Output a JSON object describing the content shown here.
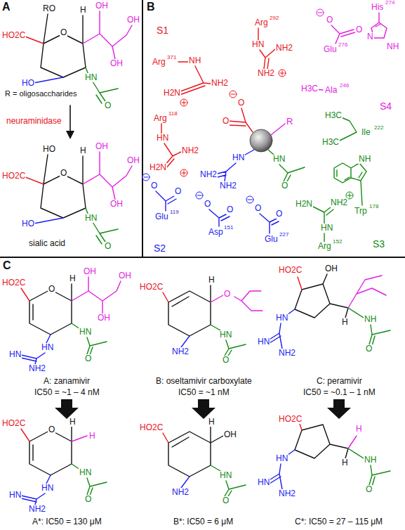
{
  "diagram": {
    "labels": [
      "A",
      "RO",
      "H",
      "OH",
      "OH",
      "OH",
      "HO2C",
      "O",
      "HO",
      "HN",
      "O",
      "R = oligosaccharides",
      "neuraminidase",
      "HO",
      "H",
      "OH",
      "OH",
      "OH",
      "HO2C",
      "O",
      "HO",
      "HN",
      "O",
      "sialic acid",
      "B",
      "S1",
      "Arg",
      "292",
      "HN",
      "NH2",
      "NH2",
      "Arg",
      "371",
      "NH",
      "NH2",
      "H2N",
      "Arg",
      "118",
      "HN",
      "NH2",
      "H2N",
      "O",
      "O",
      "R",
      "HN",
      "NH2",
      "NH2",
      "HN",
      "O",
      "O",
      "O",
      "Glu",
      "119",
      "O",
      "O",
      "Asp",
      "151",
      "O",
      "O",
      "Glu",
      "227",
      "S2",
      "Arg",
      "152",
      "HN",
      "H2N",
      "NH2",
      "S3",
      "NH",
      "Trp",
      "178",
      "H3C",
      "H3C",
      "Ile",
      "222",
      "H3C",
      "Ala",
      "246",
      "S4",
      "O",
      "O",
      "Glu",
      "276",
      "His",
      "274",
      "N",
      "NH",
      "C",
      "HO2C",
      "O",
      "H",
      "OH",
      "OH",
      "OH",
      "HN",
      "O",
      "HN",
      "HN",
      "NH2",
      "A: zanamivir",
      "IC50 = ~1 – 4 nM",
      "HO2C",
      "H",
      "O",
      "HN",
      "O",
      "NH2",
      "B: oseltamivir carboxylate",
      "IC50 = ~1 nM",
      "HO2C",
      "OH",
      "HN",
      "HN",
      "NH2",
      "H",
      "NH",
      "O",
      "C: peramivir",
      "IC50 = ~0.1 – 1 nM",
      "HO2C",
      "O",
      "H",
      "H",
      "HN",
      "O",
      "HN",
      "HN",
      "NH2",
      "A*: IC50 = 130 μM",
      "HO2C",
      "H",
      "OH",
      "HN",
      "O",
      "NH2",
      "B*: IC50 = 6 μM",
      "HO2C",
      "HN",
      "HN",
      "NH2",
      "H",
      "H",
      "NH",
      "O",
      "C*: IC50 = 27 – 115 μM"
    ]
  }
}
